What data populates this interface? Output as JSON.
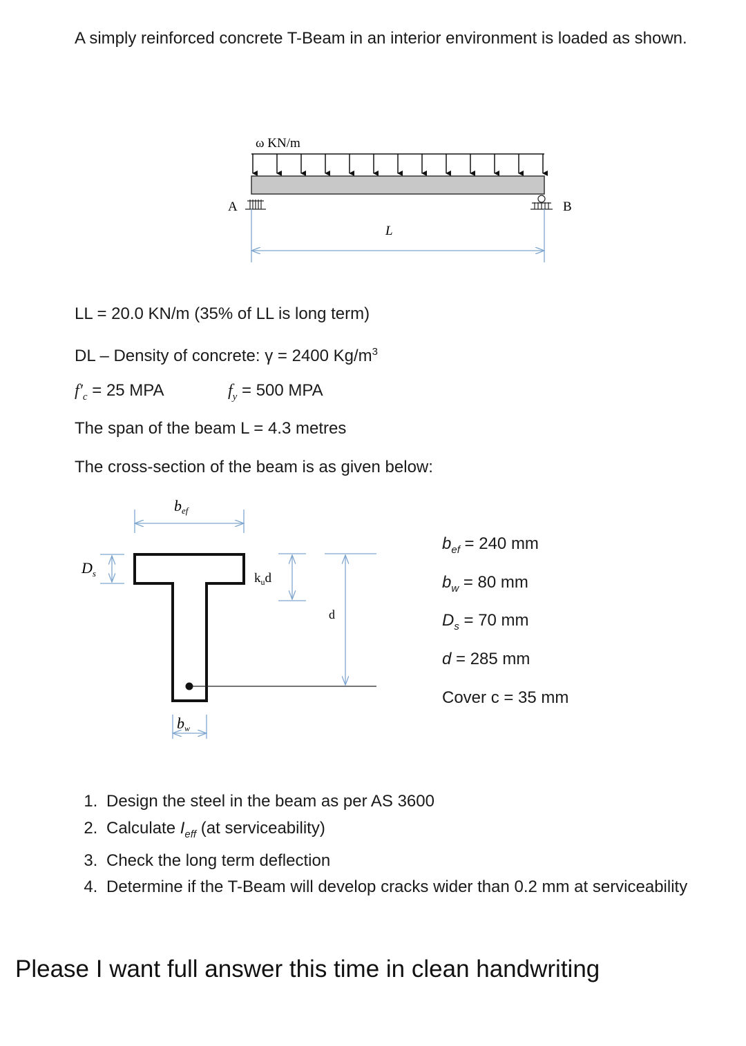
{
  "intro": "A simply reinforced concrete T-Beam in an interior environment is loaded as shown.",
  "beam_diagram": {
    "load_label": "ω KN/m",
    "support_a": "A",
    "support_b": "B",
    "span_label": "L"
  },
  "given": {
    "ll": "LL = 20.0 KN/m (35% of LL is long term)",
    "dl_prefix": "DL – Density of concrete: γ = 2400 Kg/m",
    "dl_sup": "3",
    "fc_symbol": "f′",
    "fc_sub": "c",
    "fc_value": " = 25 MPA",
    "fy_symbol": "f",
    "fy_sub": "y",
    "fy_value": " = 500 MPA",
    "span": "The span of the beam L = 4.3 metres",
    "section_intro": "The cross-section of the beam is as given below:"
  },
  "section_diagram": {
    "bef_label": "b",
    "bef_sub": "ef",
    "ds_label": "D",
    "ds_sub": "s",
    "kud_label": "k",
    "kud_sub": "u",
    "kud_rest": "d",
    "d_label": "d",
    "bw_label": "b",
    "bw_sub": "w"
  },
  "properties": [
    {
      "sym": "b",
      "sub": "ef",
      "value": " = 240 mm"
    },
    {
      "sym": "b",
      "sub": "w",
      "value": " = 80 mm"
    },
    {
      "sym": "D",
      "sub": "s",
      "value": " = 70 mm"
    },
    {
      "sym": "d",
      "sub": "",
      "value": " = 285 mm"
    },
    {
      "sym": "Cover c",
      "sub": "",
      "value": " = 35 mm"
    }
  ],
  "tasks": {
    "t1": "Design the steel in the beam as per AS 3600",
    "t2_prefix": "Calculate ",
    "t2_sym": "I",
    "t2_sub": "eff",
    "t2_suffix": " (at serviceability)",
    "t3": "Check the long term deflection",
    "t4": "Determine if the T-Beam will develop cracks wider than 0.2 mm at serviceability"
  },
  "request": "Please I want full answer this time in clean handwriting",
  "colors": {
    "beam_fill": "#c8c8c8",
    "dimension_line": "#7fa6cf",
    "text": "#1a1a1a"
  }
}
